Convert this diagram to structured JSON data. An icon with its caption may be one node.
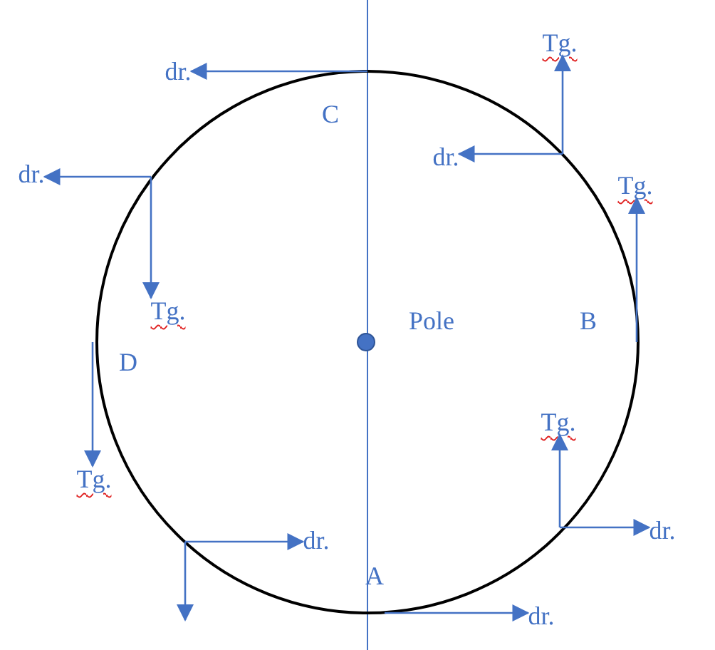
{
  "diagram": {
    "nodes": [
      {
        "text": [
          "dr."
        ]
      },
      {
        "text": [
          "Tg."
        ]
      },
      {
        "text": [
          "dr."
        ]
      },
      {
        "text": [
          "dr."
        ]
      },
      {
        "text": [
          "Tg."
        ]
      },
      {
        "text": [
          "Tg."
        ]
      },
      {
        "text": [
          "Tg."
        ]
      },
      {
        "text": [
          "Tg."
        ]
      },
      {
        "text": [
          "dr."
        ]
      },
      {
        "text": [
          "dr."
        ]
      },
      {
        "text": [
          "dr."
        ]
      }
    ],
    "edges": [
      {
        "from": null,
        "to": 0,
        "arrow": "to"
      },
      {
        "from": null,
        "to": 1,
        "arrow": "to"
      },
      {
        "from": null,
        "to": 2,
        "arrow": "to"
      },
      {
        "from": null,
        "to": 3,
        "arrow": "to"
      },
      {
        "from": null,
        "to": 4,
        "arrow": "to"
      },
      {
        "from": null,
        "to": 5,
        "arrow": "to"
      },
      {
        "from": null,
        "to": 6,
        "arrow": "to"
      },
      {
        "from": null,
        "to": 7,
        "arrow": "to"
      },
      {
        "from": null,
        "to": 8,
        "arrow": "to"
      },
      {
        "from": null,
        "to": 9,
        "arrow": "to"
      },
      {
        "from": null,
        "to": 10,
        "arrow": "to"
      }
    ],
    "labels": [
      "C",
      "Pole",
      "B",
      "D",
      "A"
    ]
  }
}
